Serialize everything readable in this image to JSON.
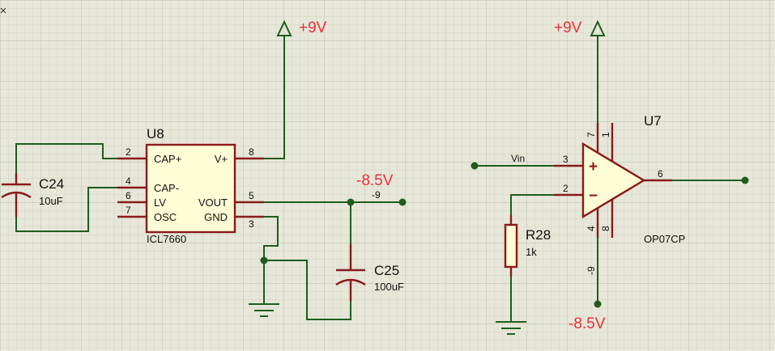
{
  "u8": {
    "ref": "U8",
    "part": "ICL7660",
    "pin_labels": [
      "CAP+",
      "CAP-",
      "LV",
      "OSC",
      "V+",
      "VOUT",
      "GND"
    ],
    "pin_numbers": [
      "2",
      "4",
      "6",
      "7",
      "8",
      "5",
      "3"
    ]
  },
  "c24": {
    "ref": "C24",
    "value": "10uF"
  },
  "c25": {
    "ref": "C25",
    "value": "100uF"
  },
  "r28": {
    "ref": "R28",
    "value": "1k"
  },
  "u7": {
    "ref": "U7",
    "part": "OP07CP",
    "plus": "+",
    "minus": "−",
    "pin_numbers": [
      "3",
      "2",
      "6",
      "7",
      "1",
      "4",
      "8"
    ]
  },
  "nets": {
    "pos_supply_left": "+9V",
    "pos_supply_right": "+9V",
    "neg_label_left": "-8.5V",
    "neg_label_right": "-8.5V",
    "neg_net_left": "-9",
    "neg_net_right": "-9",
    "vin": "Vin"
  },
  "colors": {
    "wire": "#1f5c1f",
    "component": "#8a1a1a",
    "power_label": "#e8323c",
    "grid": "#cfcfbe"
  }
}
